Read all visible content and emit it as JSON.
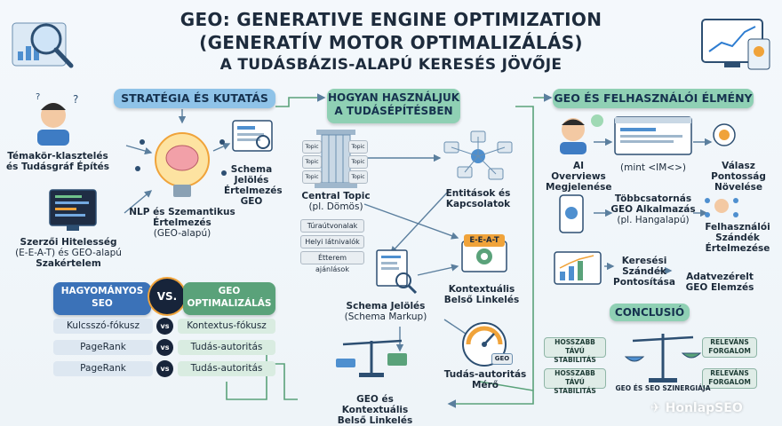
{
  "header": {
    "line1": "GEO: GENERATIVE ENGINE OPTIMIZATION",
    "line2": "(GENERATÍV MOTOR OPTIMALIZÁLÁS)",
    "line3": "A TUDÁSBÁZIS-ALAPÚ KERESÉS JÖVŐJE"
  },
  "left": {
    "section_title": "STRATÉGIA ÉS KUTATÁS",
    "topic_cluster": "Témakör-klasztelés\nés Tudásgráf Építés",
    "nlp_title": "NLP és Szemantikus\nÉrtelmezés",
    "nlp_sub": "(GEO-alapú)",
    "schema": "Schema\nJelölés\nÉrtelmezés\nGEO",
    "eeat_title": "Szerzői Hitelesség",
    "eeat_sub": "(E-E-A-T) és GEO-alapú",
    "eeat_bold": "Szakértelem"
  },
  "comparison": {
    "left_header": "HAGYOMÁNYOS\nSEO",
    "vs": "VS.",
    "right_header": "GEO\nOPTIMALIZÁLÁS",
    "rows": [
      {
        "left": "Kulcsszó-fókusz",
        "right": "Kontextus-fókusz"
      },
      {
        "left": "PageRank",
        "right": "Tudás-autoritás"
      },
      {
        "left": "PageRank",
        "right": "Tudás-autoritás"
      }
    ],
    "vs_small": "vs"
  },
  "middle": {
    "section_title": "HOGYAN HASZNÁLJUK\nA TUDÁSÉPÍTÉSBEN",
    "topics": [
      "Topic",
      "Topic",
      "Topic",
      "Topic",
      "Topic",
      "Topic"
    ],
    "central_title": "Central Topic",
    "central_sub": "(pl. Dömös)",
    "subtopics": [
      "Túraútvonalak",
      "Helyi látnivalók",
      "Étterem ajánlások"
    ],
    "entities": "Entitások és\nKapcsolatok",
    "eeat_badge": "E-E-A-T",
    "context_link": "Kontextuális\nBelső Linkelés",
    "schema_title": "Schema Jelölés",
    "schema_sub": "(Schema Markup)",
    "gauge_label": "GEO",
    "authority": "Tudás-autoritás\nMérő",
    "balance": "GEO és  Kontextuális\nBelső Linkelés"
  },
  "right": {
    "section_title": "GEO ÉS FELHASZNÁLÓI ÉLMÉNY",
    "ai_overviews": "AI Overviews\nMegjelenése",
    "mint": "(mint <IM<>)",
    "answer": "Válasz Pontosság\nNövelése",
    "multichannel_title": "Többcsatornás\nGEO Alkalmazás",
    "multichannel_sub": "(pl. Hangalapú)",
    "intent": "Felhasználói\nSzándék\nÉrtelmezése",
    "search_intent": "Keresési Szándék\nPontosítása",
    "data_driven": "Adatvezérelt\nGEO Elemzés",
    "conclusion": "CONCLUSIÓ",
    "tags": [
      "HOSSZABB TÁVÚ\nSTABILITÁS",
      "RELEVÁNS\nFORGALOM",
      "HOSSZABB TÁVÚ\nSTABILITÁS",
      "RELEVÁNS\nFORGALOM"
    ],
    "synergy": "GEO ÉS SEO SZINERGIÁJA"
  },
  "watermark": "HonlapSEO",
  "colors": {
    "blue": "#2f6db5",
    "green": "#5aa27a",
    "navy": "#17243a",
    "orange": "#f0a33a"
  }
}
